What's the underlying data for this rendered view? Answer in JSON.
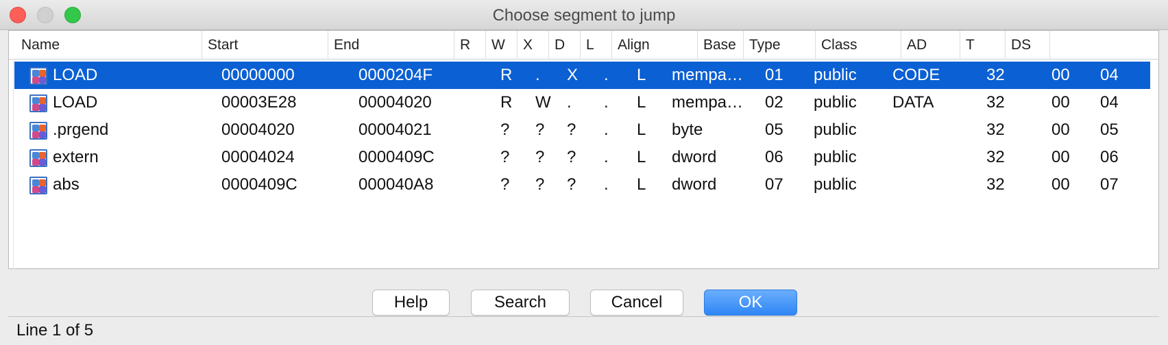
{
  "window": {
    "title": "Choose segment to jump"
  },
  "columns": [
    "Name",
    "Start",
    "End",
    "R",
    "W",
    "X",
    "D",
    "L",
    "Align",
    "Base",
    "Type",
    "Class",
    "AD",
    "T",
    "DS"
  ],
  "rows": [
    {
      "name": "LOAD",
      "start": "00000000",
      "end": "0000204F",
      "r": "R",
      "w": ".",
      "x": "X",
      "d": ".",
      "l": "L",
      "align": "mempa…",
      "base": "01",
      "type": "public",
      "class": "CODE",
      "ad": "32",
      "t": "00",
      "ds": "04",
      "selected": true
    },
    {
      "name": "LOAD",
      "start": "00003E28",
      "end": "00004020",
      "r": "R",
      "w": "W",
      "x": ".",
      "d": ".",
      "l": "L",
      "align": "mempa…",
      "base": "02",
      "type": "public",
      "class": "DATA",
      "ad": "32",
      "t": "00",
      "ds": "04",
      "selected": false
    },
    {
      "name": ".prgend",
      "start": "00004020",
      "end": "00004021",
      "r": "?",
      "w": "?",
      "x": "?",
      "d": ".",
      "l": "L",
      "align": "byte",
      "base": "05",
      "type": "public",
      "class": "",
      "ad": "32",
      "t": "00",
      "ds": "05",
      "selected": false
    },
    {
      "name": "extern",
      "start": "00004024",
      "end": "0000409C",
      "r": "?",
      "w": "?",
      "x": "?",
      "d": ".",
      "l": "L",
      "align": "dword",
      "base": "06",
      "type": "public",
      "class": "",
      "ad": "32",
      "t": "00",
      "ds": "06",
      "selected": false
    },
    {
      "name": "abs",
      "start": "0000409C",
      "end": "000040A8",
      "r": "?",
      "w": "?",
      "x": "?",
      "d": ".",
      "l": "L",
      "align": "dword",
      "base": "07",
      "type": "public",
      "class": "",
      "ad": "32",
      "t": "00",
      "ds": "07",
      "selected": false
    }
  ],
  "buttons": {
    "help": "Help",
    "search": "Search",
    "cancel": "Cancel",
    "ok": "OK"
  },
  "status": {
    "text": "Line 1 of 5"
  },
  "colors": {
    "selection": "#0b60d3",
    "ok_button": "#2f86f6"
  },
  "icons": {
    "segment": "segment-icon",
    "cursor": "mouse-pointer-icon"
  }
}
